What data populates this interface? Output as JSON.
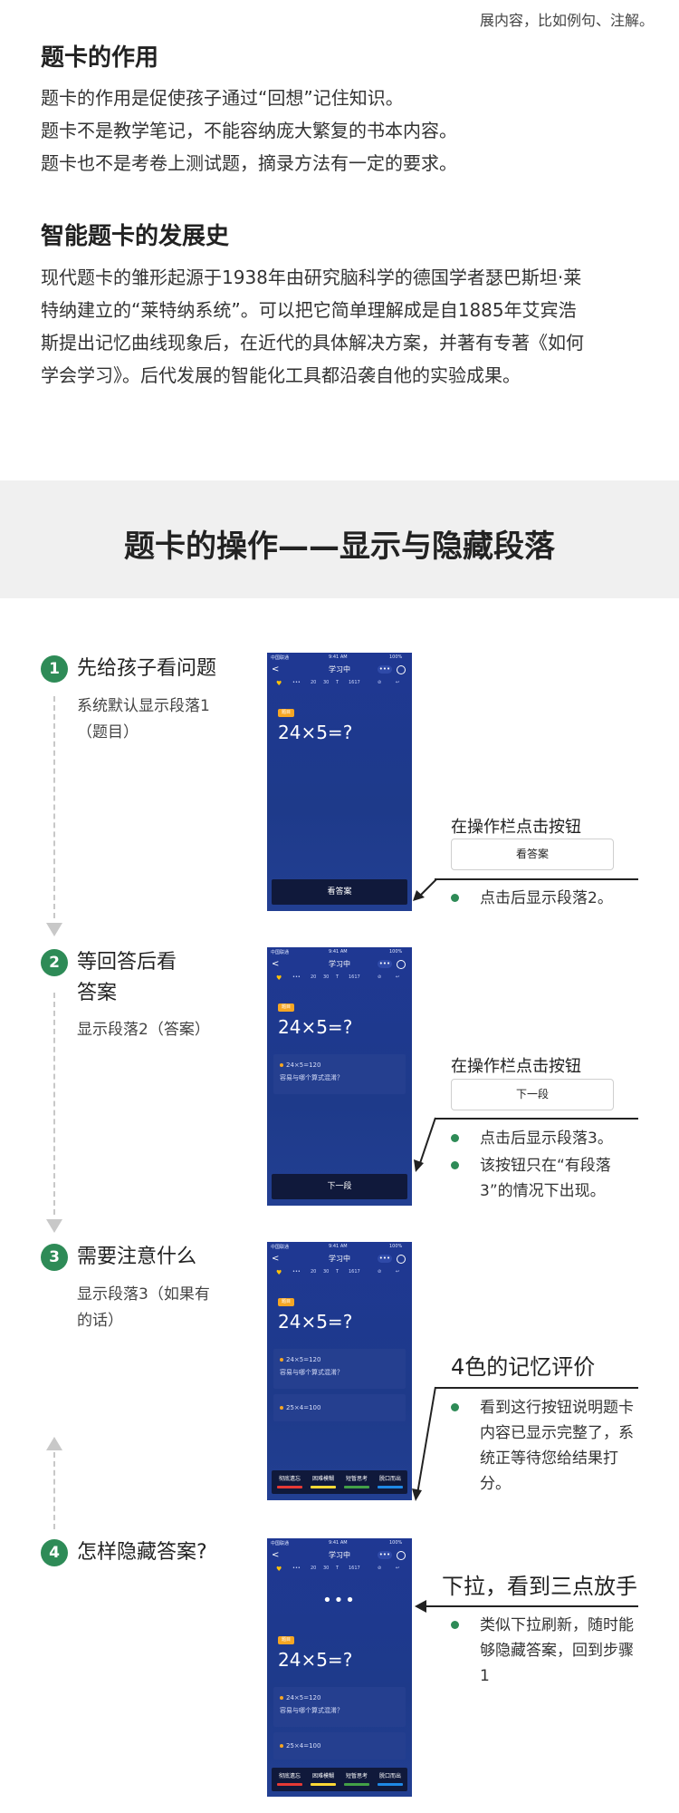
{
  "top_note": "展内容，比如例句、注解。",
  "intro": {
    "role_title": "题卡的作用",
    "role_lines": [
      "题卡的作用是促使孩子通过“回想”记住知识。",
      "题卡不是教学笔记，不能容纳庞大繁复的书本内容。",
      "题卡也不是考卷上测试题，摘录方法有一定的要求。"
    ],
    "history_title": "智能题卡的发展史",
    "history_lines": [
      "现代题卡的雏形起源于1938年由研究脑科学的德国学者瑟巴斯坦·莱",
      "特纳建立的“莱特纳系统”。可以把它简单理解成是自1885年艾宾浩",
      "斯提出记忆曲线现象后，在近代的具体解决方案，并著有专著《如何",
      "学会学习》。后代发展的智能化工具都沿袭自他的实验成果。"
    ]
  },
  "banner": {
    "title": "题卡的操作——显示与隐藏段落"
  },
  "phone": {
    "carrier": "中国联通",
    "time": "9:41 AM",
    "battery": "100%",
    "title": "学习中",
    "back": "<",
    "menu": "•••",
    "tool_items": [
      "♥",
      "•••",
      "20",
      "30",
      "T",
      "1617",
      "⊘",
      "↩"
    ],
    "tag": "题目",
    "question": "24×5=?",
    "answer_line": "24×5=120",
    "answer_hint": "容易与哪个算式混淆？",
    "extra_line": "25×4=100",
    "dots": "•••",
    "eval_buttons": [
      {
        "label": "彻底遗忘",
        "color": "#e53935"
      },
      {
        "label": "困难模糊",
        "color": "#fdd835"
      },
      {
        "label": "短暂思考",
        "color": "#43a047"
      },
      {
        "label": "脱口而出",
        "color": "#1e88e5"
      }
    ]
  },
  "steps": [
    {
      "number": "1",
      "title": "先给孩子看问题",
      "desc": "系统默认显示段落1（题目）",
      "button_label": "看答案",
      "ann_heading": "在操作栏点击按钮",
      "ann_button": "看答案",
      "bullets": [
        "点击后显示段落2。"
      ]
    },
    {
      "number": "2",
      "title": "等回答后看答案",
      "desc": "显示段落2（答案）",
      "button_label": "下一段",
      "ann_heading": "在操作栏点击按钮",
      "ann_button": "下一段",
      "bullets": [
        "点击后显示段落3。",
        "该按钮只在“有段落3”的情况下出现。"
      ]
    },
    {
      "number": "3",
      "title": "需要注意什么",
      "desc": "显示段落3（如果有的话）",
      "ann_heading": "4色的记忆评价",
      "bullets": [
        "看到这行按钮说明题卡内容已显示完整了，系统正等待您给结果打分。"
      ]
    },
    {
      "number": "4",
      "title": "怎样隐藏答案?",
      "ann_heading": "下拉，看到三点放手",
      "bullets": [
        "类似下拉刷新，随时能够隐藏答案，回到步骤1"
      ]
    }
  ]
}
